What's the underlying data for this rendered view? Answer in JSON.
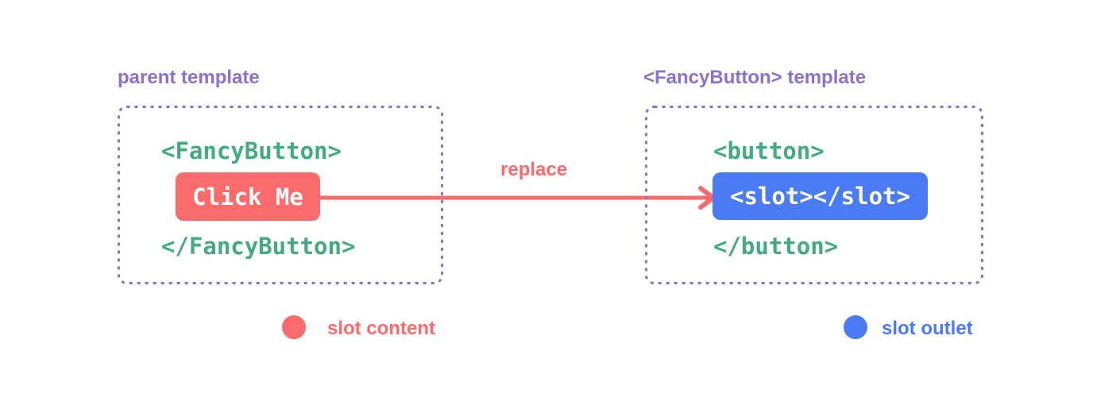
{
  "colors": {
    "purple": "#8a70d0",
    "green": "#42ab80",
    "red": "#fb6b6b",
    "blue": "#4a7bf5",
    "background": "#ffffff",
    "code_on_fill": "#ffffff"
  },
  "left_panel": {
    "title": "parent template",
    "open_tag": "<FancyButton>",
    "button_label": "Click Me",
    "close_tag": "</FancyButton>"
  },
  "arrow": {
    "label": "replace"
  },
  "right_panel": {
    "title": "<FancyButton> template",
    "open_tag": "<button>",
    "slot_code": "<slot></slot>",
    "close_tag": "</button>"
  },
  "legend": [
    {
      "label": "slot content",
      "color": "#fb6b6b"
    },
    {
      "label": "slot outlet",
      "color": "#4a7bf5"
    }
  ]
}
